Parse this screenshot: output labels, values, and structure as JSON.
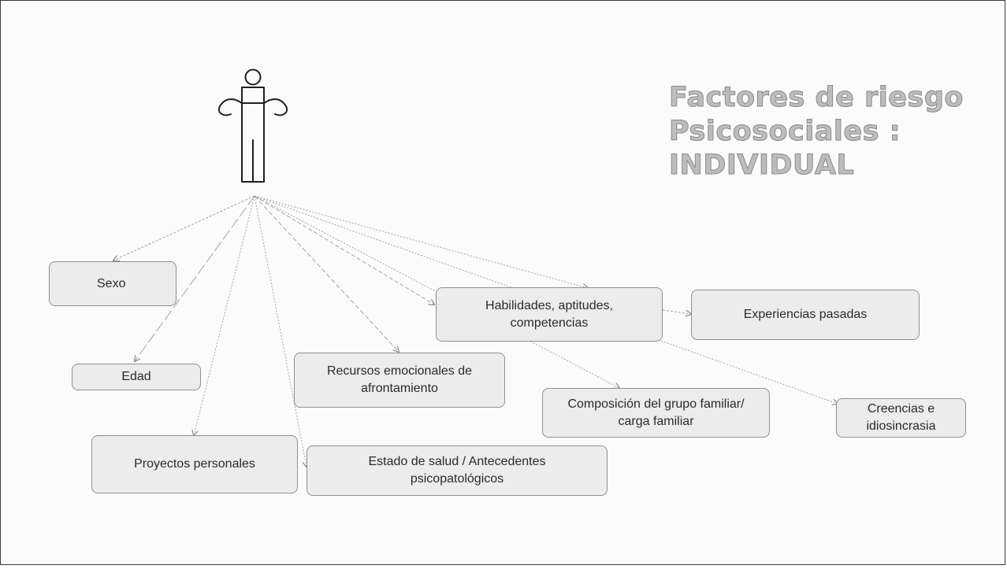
{
  "title": {
    "line1": "Factores de riesgo",
    "line2": "Psicosociales :",
    "line3": "INDIVIDUAL"
  },
  "nodes": {
    "sexo": "Sexo",
    "edad": "Edad",
    "proyectos": "Proyectos personales",
    "recursos": "Recursos emocionales de afrontamiento",
    "estado_salud": "Estado de salud / Antecedentes psicopatológicos",
    "habilidades": "Habilidades, aptitudes, competencias",
    "experiencias": "Experiencias pasadas",
    "composicion": "Composición del grupo familiar/ carga familiar",
    "creencias": "Creencias e idiosincrasia"
  },
  "colors": {
    "node_fill": "#ececec",
    "node_border": "#8f8f8f",
    "connector": "#9a9a9a",
    "title": "#bdbdbd"
  }
}
